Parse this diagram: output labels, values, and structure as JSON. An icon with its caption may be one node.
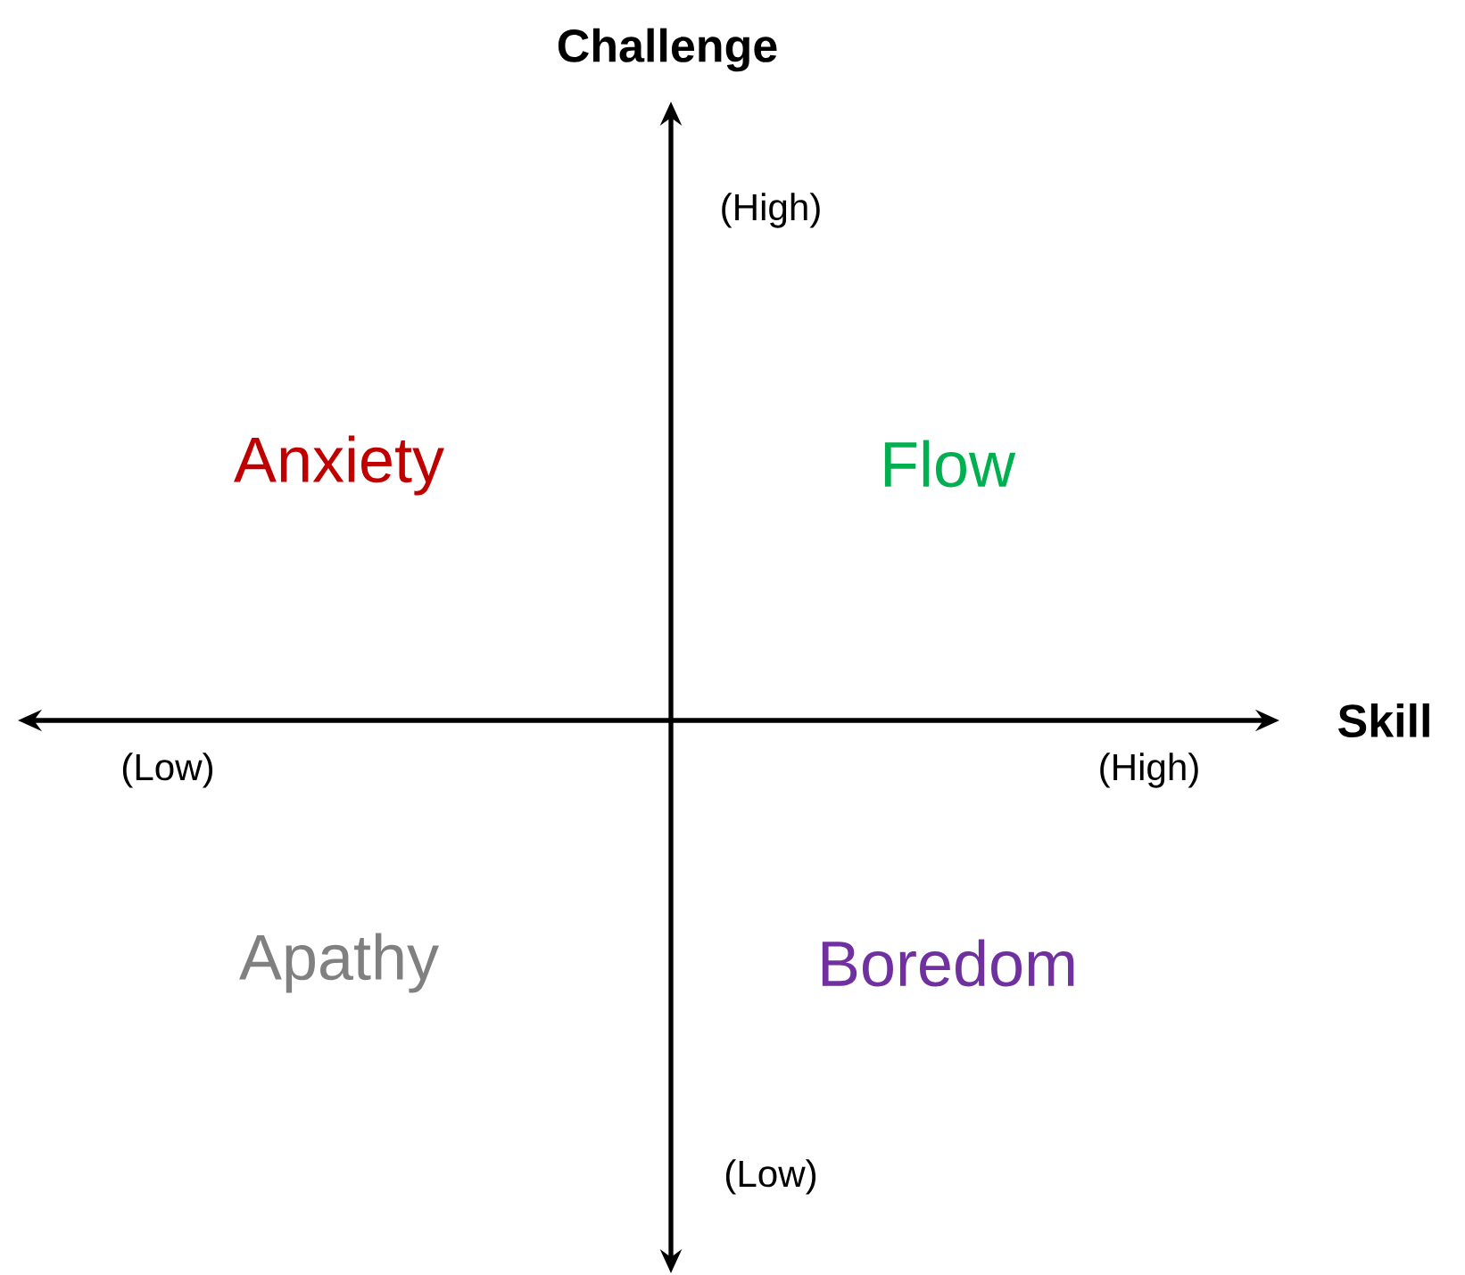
{
  "diagram": {
    "labels": [
      "Challenge",
      "(High)",
      "Anxiety",
      "Flow",
      "Skill",
      "(Low)",
      "(High)",
      "Apathy",
      "Boredom",
      "(Low)"
    ]
  }
}
